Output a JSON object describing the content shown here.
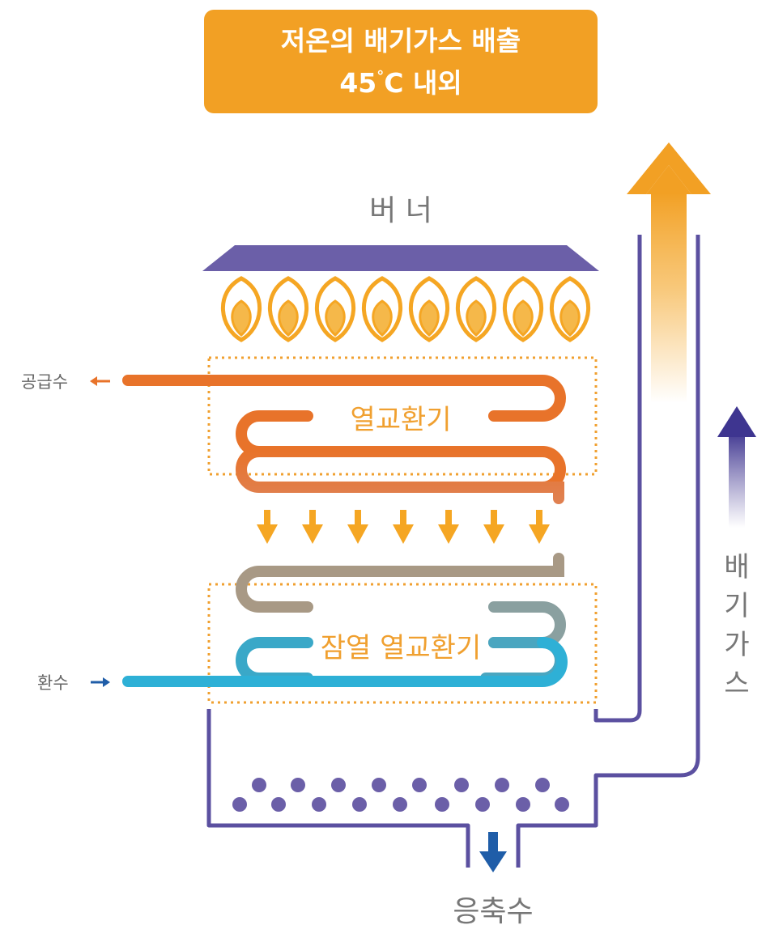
{
  "banner": {
    "line1": "저온의 배기가스 배출",
    "line2_value": "45",
    "line2_unit_deg": "°",
    "line2_unit": "C 내외"
  },
  "labels": {
    "burner": "버 너",
    "supply_water": "공급수",
    "return_water": "환수",
    "main_heat_exchanger": "열교환기",
    "latent_heat_exchanger": "잠열 열교환기",
    "condensate": "응축수",
    "exhaust_gas_chars": [
      "배",
      "기",
      "가",
      "스"
    ]
  },
  "colors": {
    "banner": "#f2a024",
    "burner": "#6b5fa8",
    "flame": "#f5a623",
    "pipe_hot": "#e8732a",
    "pipe_mid": "#a69a8a",
    "pipe_cold": "#2eb0d6",
    "outline": "#5b50a0",
    "dotted_box": "#f0a030",
    "label_orange": "#f0a030",
    "label_gray": "#777777",
    "arrow_blue": "#1f5da8"
  }
}
